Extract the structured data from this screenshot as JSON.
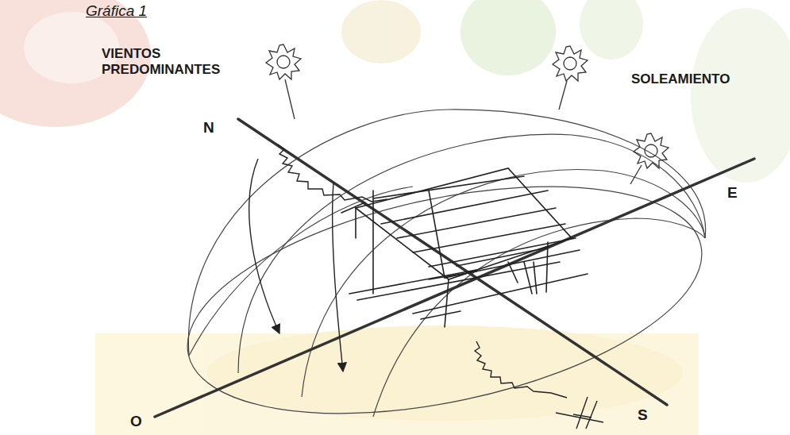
{
  "diagram": {
    "title": "Gráfica 1",
    "labels": [
      "VIENTOS PREDOMINANTES",
      "SOLEAMIENTO",
      "N",
      "E",
      "O",
      "S"
    ]
  }
}
